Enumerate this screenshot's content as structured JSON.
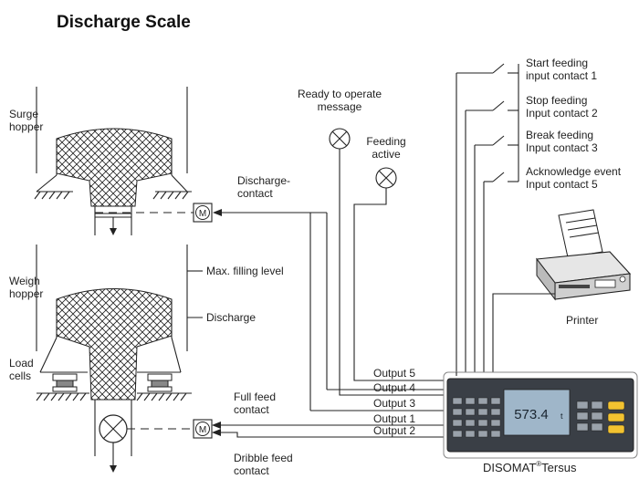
{
  "title": "Discharge Scale",
  "labels": {
    "surge_hopper": [
      "Surge",
      "hopper"
    ],
    "weigh_hopper": [
      "Weigh",
      "hopper"
    ],
    "load_cells": [
      "Load",
      "cells"
    ],
    "max_filling_level": "Max. filling level",
    "discharge": "Discharge",
    "discharge_contact": [
      "Discharge-",
      "contact"
    ],
    "full_feed_contact": [
      "Full feed",
      "contact"
    ],
    "dribble_feed_contact": [
      "Dribble feed",
      "contact"
    ],
    "ready_to_operate": [
      "Ready to operate",
      "message"
    ],
    "feeding_active": [
      "Feeding",
      "active"
    ],
    "printer": "Printer",
    "device_name": "DISOMAT",
    "device_model": "Tersus",
    "registered_mark": "®",
    "motor_symbol": "M"
  },
  "outputs": [
    "Output 5",
    "Output 4",
    "Output 3",
    "Output 1",
    "Output 2"
  ],
  "inputs": [
    [
      "Start feeding",
      "input contact 1"
    ],
    [
      "Stop feeding",
      "Input contact 2"
    ],
    [
      "Break feeding",
      "Input contact 3"
    ],
    [
      "Acknowledge event",
      "Input contact 5"
    ]
  ],
  "display": {
    "main_value": "573.4",
    "unit": "t"
  }
}
